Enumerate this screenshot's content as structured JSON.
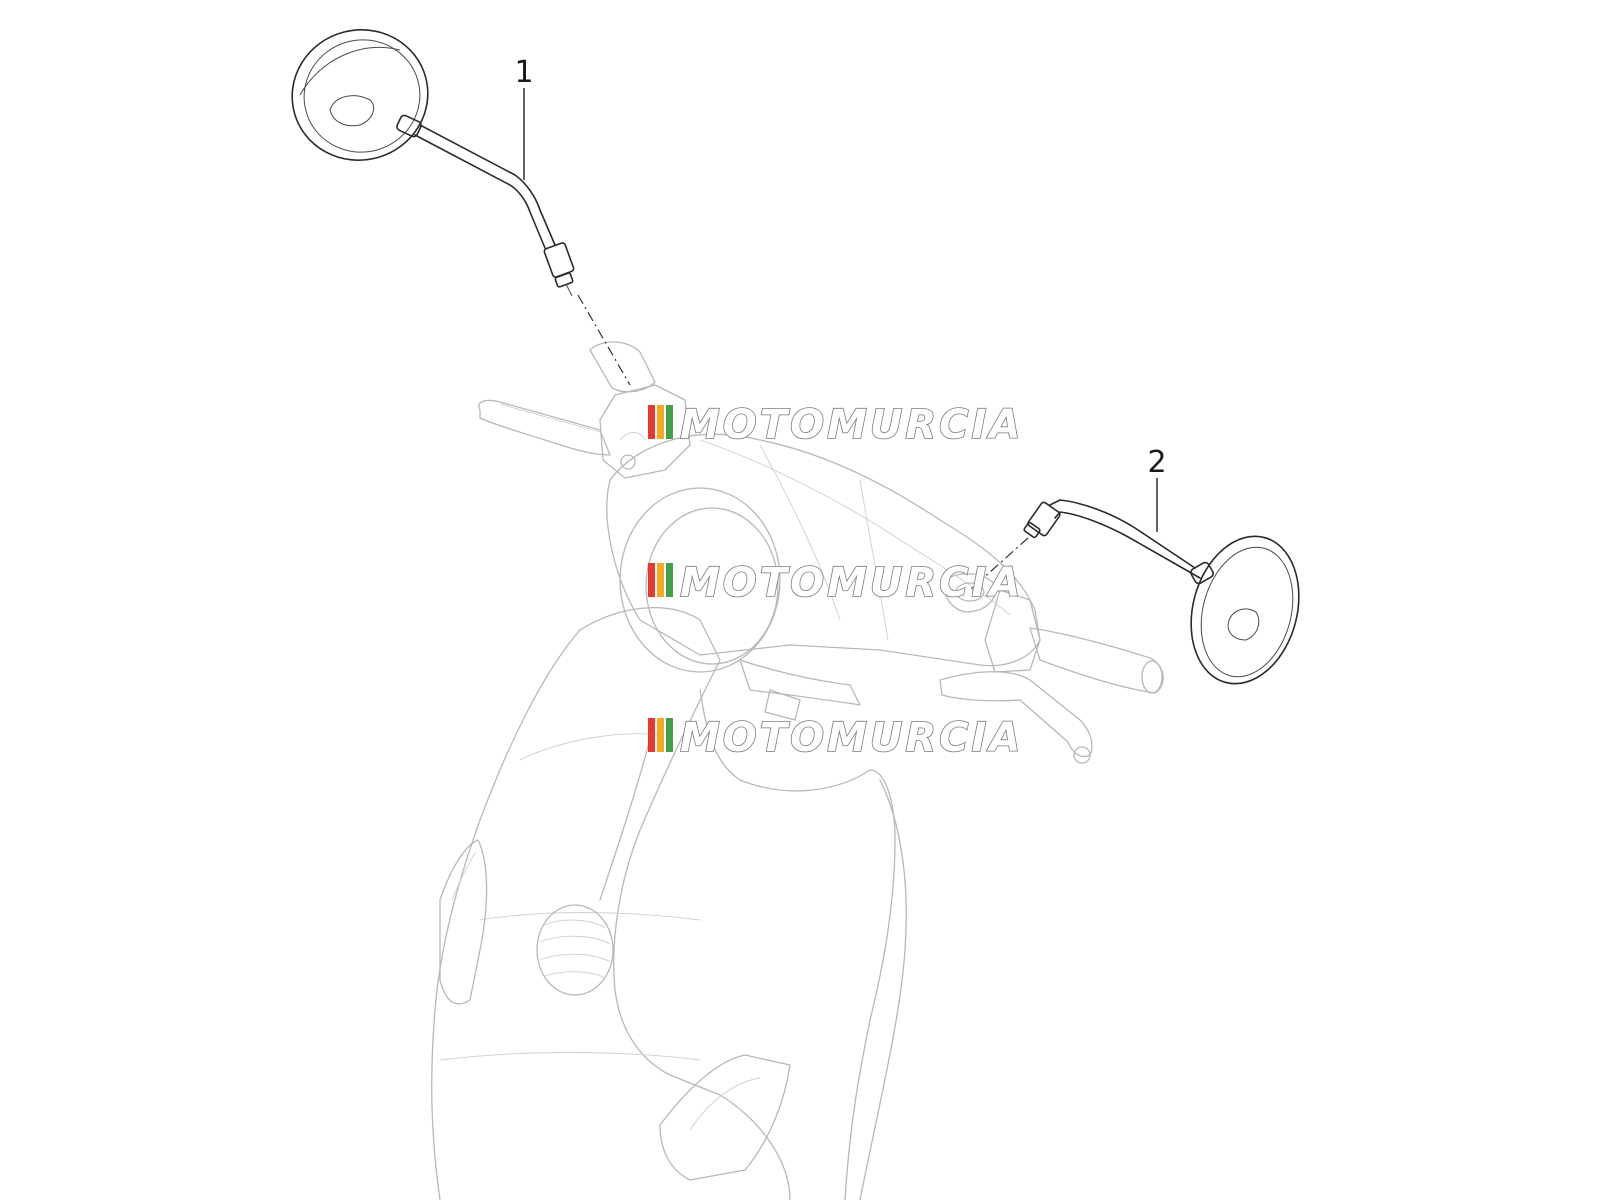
{
  "callouts": [
    {
      "id": "mirror-left",
      "label": "1"
    },
    {
      "id": "mirror-right",
      "label": "2"
    }
  ],
  "watermark": {
    "text": "MOTOMURCIA",
    "stripe_colors": [
      "#e53935",
      "#f9a825",
      "#43a047"
    ]
  }
}
